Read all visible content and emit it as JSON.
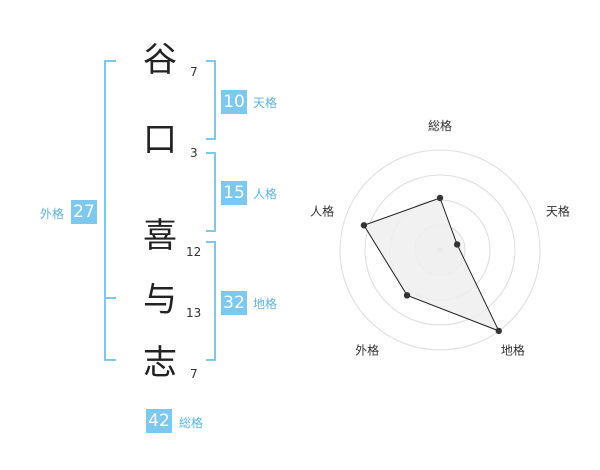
{
  "colors": {
    "accent": "#7cc8ee",
    "label": "#5ab4e6",
    "polygon_stroke": "#222222",
    "polygon_fill": "#eeeeee",
    "ring": "#dddddd"
  },
  "name": {
    "chars": [
      {
        "char": "谷",
        "strokes": "7"
      },
      {
        "char": "口",
        "strokes": "3"
      },
      {
        "char": "喜",
        "strokes": "12"
      },
      {
        "char": "与",
        "strokes": "13"
      },
      {
        "char": "志",
        "strokes": "7"
      }
    ]
  },
  "fortune": {
    "tenkaku": {
      "value": "10",
      "label": "天格"
    },
    "jinkaku": {
      "value": "15",
      "label": "人格"
    },
    "chikaku": {
      "value": "32",
      "label": "地格"
    },
    "gaikaku": {
      "value": "27",
      "label": "外格"
    },
    "soukaku": {
      "value": "42",
      "label": "総格"
    }
  },
  "chart_data": {
    "type": "radar",
    "axes": [
      "総格",
      "天格",
      "地格",
      "外格",
      "人格"
    ],
    "values": [
      2.6,
      0.9,
      5.0,
      2.8,
      4.0
    ],
    "max": 5,
    "rings": 4
  }
}
